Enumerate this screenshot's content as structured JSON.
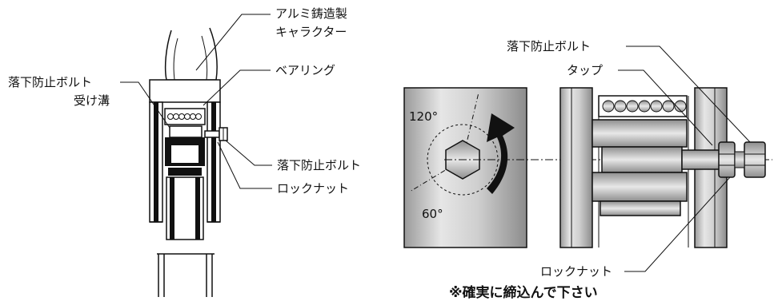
{
  "left_figure": {
    "label_aluminum": "アルミ鋳造製",
    "label_character": "キャラクター",
    "label_bearing": "ベアリング",
    "label_groove_line1": "落下防止ボルト",
    "label_groove_line2": "受け溝",
    "label_fall_bolt": "落下防止ボルト",
    "label_locknut": "ロックナット"
  },
  "middle_figure": {
    "angle_top": "120°",
    "angle_bottom": "60°"
  },
  "right_figure": {
    "label_fall_bolt": "落下防止ボルト",
    "label_tap": "タップ",
    "label_locknut": "ロックナット"
  },
  "note": "※確実に締込んで下さい",
  "colors": {
    "line": "#111111",
    "gray_fill": "#c8c8c8",
    "dark_gray": "#555555"
  },
  "icons": [
    "rotation-arrow-icon",
    "hex-bolt-head-icon"
  ]
}
